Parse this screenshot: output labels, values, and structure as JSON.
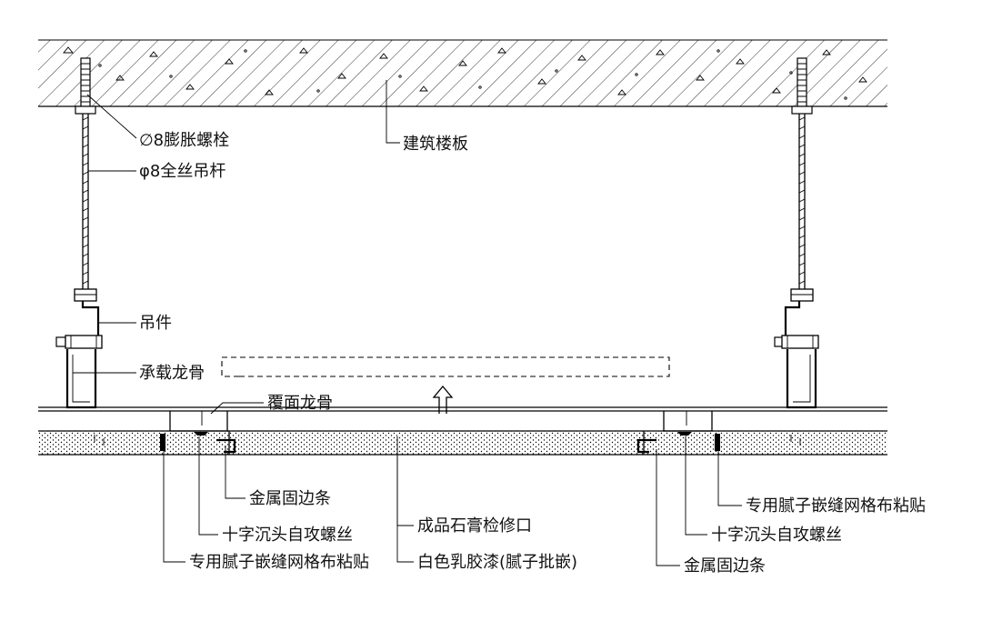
{
  "labels": {
    "expansion_bolt": "∅8膨胀螺栓",
    "threaded_rod": "φ8全丝吊杆",
    "floor_slab": "建筑楼板",
    "hanger": "吊件",
    "main_keel": "承载龙骨",
    "cover_keel": "覆面龙骨",
    "metal_edge_strip_left": "金属固边条",
    "cross_screw_left": "十字沉头自攻螺丝",
    "mesh_tape_left": "专用腻子嵌缝网格布粘贴",
    "access_panel": "成品石膏检修口",
    "latex_paint": "白色乳胶漆(腻子批嵌)",
    "mesh_tape_right": "专用腻子嵌缝网格布粘贴",
    "cross_screw_right": "十字沉头自攻螺丝",
    "metal_edge_strip_right": "金属固边条"
  }
}
